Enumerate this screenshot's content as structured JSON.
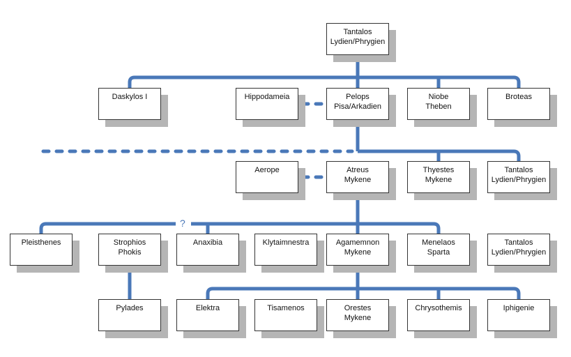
{
  "colors": {
    "line": "#4a78b8",
    "shadow": "#b5b5b5",
    "border": "#333333"
  },
  "unknown_marker": "?",
  "nodes": [
    {
      "id": "tantalos-top",
      "l1": "Tantalos",
      "l2": "Lydien/Phrygien"
    },
    {
      "id": "daskylos",
      "l1": "Daskylos I",
      "l2": ""
    },
    {
      "id": "hippodameia",
      "l1": "Hippodameia",
      "l2": ""
    },
    {
      "id": "pelops",
      "l1": "Pelops",
      "l2": "Pisa/Arkadien"
    },
    {
      "id": "niobe",
      "l1": "Niobe",
      "l2": "Theben"
    },
    {
      "id": "broteas",
      "l1": "Broteas",
      "l2": ""
    },
    {
      "id": "aerope",
      "l1": "Aerope",
      "l2": ""
    },
    {
      "id": "atreus",
      "l1": "Atreus",
      "l2": "Mykene"
    },
    {
      "id": "thyestes",
      "l1": "Thyestes",
      "l2": "Mykene"
    },
    {
      "id": "tantalos-mid",
      "l1": "Tantalos",
      "l2": "Lydien/Phrygien"
    },
    {
      "id": "pleisthenes",
      "l1": "Pleisthenes",
      "l2": ""
    },
    {
      "id": "strophios",
      "l1": "Strophios",
      "l2": "Phokis"
    },
    {
      "id": "anaxibia",
      "l1": "Anaxibia",
      "l2": ""
    },
    {
      "id": "klytaimnestra",
      "l1": "Klytaimnestra",
      "l2": ""
    },
    {
      "id": "agamemnon",
      "l1": "Agamemnon",
      "l2": "Mykene"
    },
    {
      "id": "menelaos",
      "l1": "Menelaos",
      "l2": "Sparta"
    },
    {
      "id": "tantalos-low",
      "l1": "Tantalos",
      "l2": "Lydien/Phrygien"
    },
    {
      "id": "pylades",
      "l1": "Pylades",
      "l2": ""
    },
    {
      "id": "elektra",
      "l1": "Elektra",
      "l2": ""
    },
    {
      "id": "tisamenos",
      "l1": "Tisamenos",
      "l2": ""
    },
    {
      "id": "orestes",
      "l1": "Orestes",
      "l2": "Mykene"
    },
    {
      "id": "chrysothemis",
      "l1": "Chrysothemis",
      "l2": ""
    },
    {
      "id": "iphigenie",
      "l1": "Iphigenie",
      "l2": ""
    }
  ]
}
